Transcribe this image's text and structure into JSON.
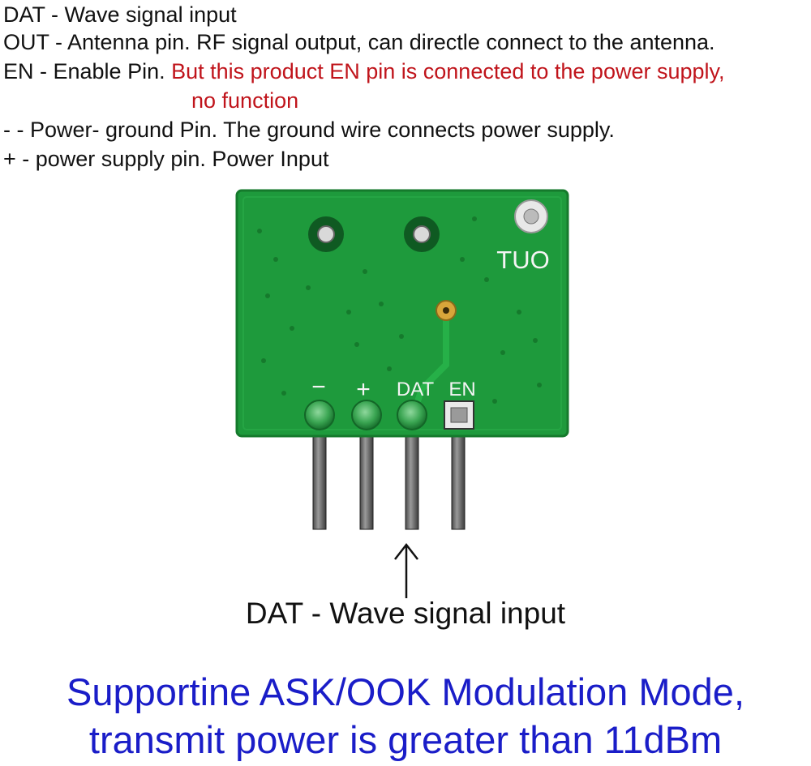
{
  "descriptions": {
    "dat": "DAT - Wave signal input",
    "out": "OUT - Antenna pin. RF signal output, can directle connect to the antenna.",
    "en_prefix": "EN - Enable Pin.",
    "en_note": "But this product EN pin is connected to the power supply,",
    "en_note_cont": "no function",
    "gnd": " -  - Power- ground Pin. The ground wire connects power supply.",
    "vcc": " +  - power supply pin. Power Input"
  },
  "board": {
    "out_label": "TUO",
    "pin_labels": {
      "minus": "−",
      "plus": "+",
      "dat": "DAT",
      "en": "EN"
    }
  },
  "caption": "DAT - Wave signal input",
  "footer": {
    "line1": "Supportine ASK/OOK Modulation Mode,",
    "line2": "transmit power is greater than 11dBm"
  },
  "colors": {
    "pcb": "#1e9a3c",
    "pcb_edge": "#157a2c",
    "note_red": "#c0141b",
    "footer_blue": "#1a1dc8"
  }
}
